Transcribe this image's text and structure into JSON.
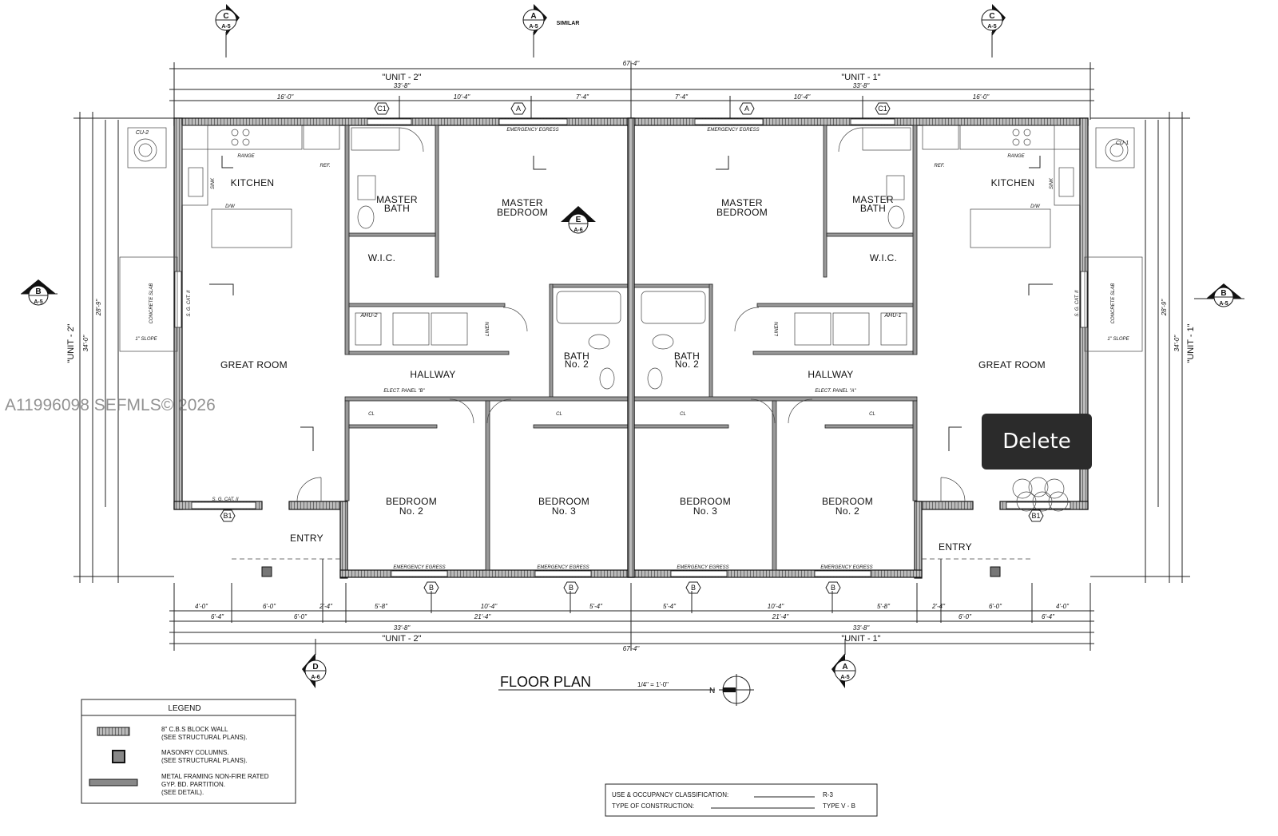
{
  "drawing": {
    "title": "FLOOR PLAN",
    "scale": "1/4\" = 1'-0\"",
    "north_label": "N",
    "overall_width": "67'-4\"",
    "unit_width": "33'-8\"",
    "units": [
      "\"UNIT - 2\"",
      "\"UNIT - 1\""
    ],
    "overall_depth": "34'-0\"",
    "depth_2": "28'-9\"",
    "similar_note": "SIMILAR",
    "top_dims": [
      "16'-0\"",
      "10'-4\"",
      "7'-4\"",
      "7'-4\"",
      "10'-4\"",
      "16'-0\""
    ],
    "bottom_dims_row1": [
      "4'-0\"",
      "6'-0\"",
      "2'-4\"",
      "5'-8\"",
      "10'-4\"",
      "5'-4\"",
      "5'-4\"",
      "10'-4\"",
      "5'-8\"",
      "2'-4\"",
      "6'-0\"",
      "4'-0\""
    ],
    "bottom_dims_row2": [
      "6'-4\"",
      "6'-0\"",
      "21'-4\"",
      "21'-4\"",
      "6'-0\"",
      "6'-4\""
    ],
    "emergency_egress": "EMERGENCY EGRESS",
    "window_tags": [
      "C1",
      "A",
      "A",
      "C1",
      "B",
      "B",
      "B",
      "B",
      "B1",
      "B1"
    ],
    "equipment": [
      "CU-2",
      "CU-1",
      "AHU-2",
      "AHU-1",
      "RANGE",
      "REF.",
      "SINK",
      "D/W",
      "LINEN",
      "CL",
      "ELECT. PANEL \"B\"",
      "ELECT. PANEL \"A\"",
      "CONCRETE SLAB",
      "1\" SLOPE",
      "S. G. CAT. II"
    ]
  },
  "section_markers": [
    {
      "id": "C",
      "sheet": "A-5"
    },
    {
      "id": "A",
      "sheet": "A-5"
    },
    {
      "id": "C",
      "sheet": "A-5"
    },
    {
      "id": "B",
      "sheet": "A-5"
    },
    {
      "id": "B",
      "sheet": "A-5"
    },
    {
      "id": "E",
      "sheet": "A-6"
    },
    {
      "id": "D",
      "sheet": "A-6"
    },
    {
      "id": "A",
      "sheet": "A-5"
    }
  ],
  "unit2_rooms": {
    "kitchen": "KITCHEN",
    "master_bath_1": "MASTER",
    "master_bath_2": "BATH",
    "master_bed_1": "MASTER",
    "master_bed_2": "BEDROOM",
    "wic": "W.I.C.",
    "great_room": "GREAT ROOM",
    "bath_1": "BATH",
    "bath_2": "No. 2",
    "hallway": "HALLWAY",
    "bed2_1": "BEDROOM",
    "bed2_2": "No. 2",
    "bed3_1": "BEDROOM",
    "bed3_2": "No. 3",
    "entry": "ENTRY"
  },
  "unit1_rooms": {
    "kitchen": "KITCHEN",
    "master_bath_1": "MASTER",
    "master_bath_2": "BATH",
    "master_bed_1": "MASTER",
    "master_bed_2": "BEDROOM",
    "wic": "W.I.C.",
    "great_room": "GREAT ROOM",
    "bath_1": "BATH",
    "bath_2": "No. 2",
    "hallway": "HALLWAY",
    "bed2_1": "BEDROOM",
    "bed2_2": "No. 2",
    "bed3_1": "BEDROOM",
    "bed3_2": "No. 3",
    "entry": "ENTRY"
  },
  "legend": {
    "title": "LEGEND",
    "items": [
      {
        "line1": "8\" C.B.S BLOCK WALL",
        "line2": "(SEE STRUCTURAL PLANS).",
        "line3": ""
      },
      {
        "line1": "MASONRY COLUMNS.",
        "line2": "(SEE STRUCTURAL PLANS).",
        "line3": ""
      },
      {
        "line1": "METAL FRAMING NON-FIRE RATED",
        "line2": "GYP. BD. PARTITION.",
        "line3": "(SEE DETAIL)."
      }
    ]
  },
  "occupancy": {
    "use_label": "USE & OCCUPANCY CLASSIFICATION:",
    "use_value": "R-3",
    "type_label": "TYPE OF CONSTRUCTION:",
    "type_value": "TYPE V - B"
  },
  "watermark": "A11996098 SEFMLS© 2026",
  "overlay": {
    "delete_label": "Delete"
  }
}
